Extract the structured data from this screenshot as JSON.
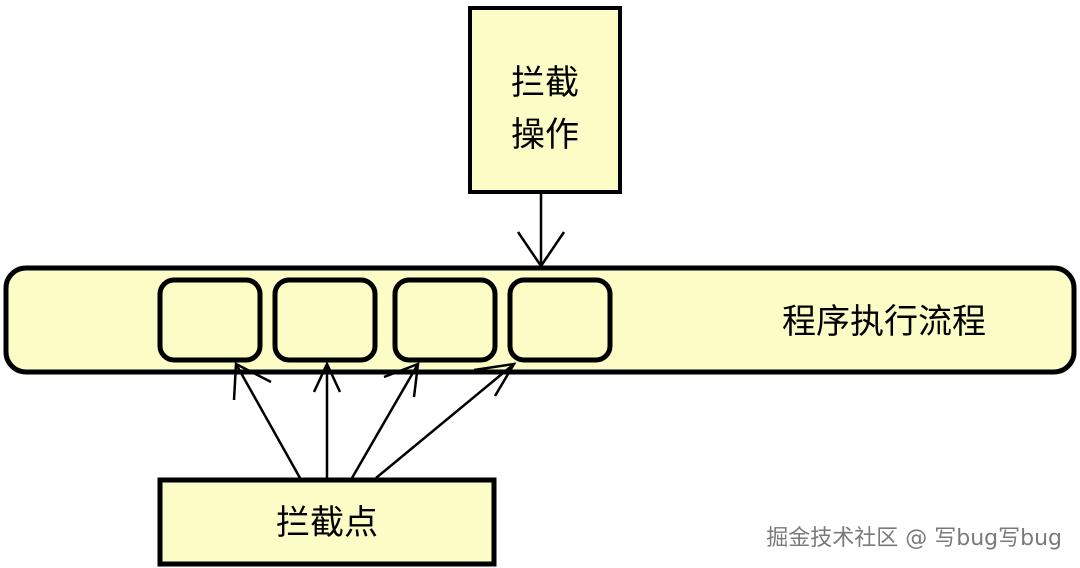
{
  "diagram": {
    "intercept_operation_line1": "拦截",
    "intercept_operation_line2": "操作",
    "program_flow_label": "程序执行流程",
    "intercept_points_label": "拦截点"
  },
  "watermark": {
    "text": "掘金技术社区 @ 写bug写bug"
  },
  "colors": {
    "box_fill": "#fcfcc6",
    "stroke": "#000000"
  }
}
